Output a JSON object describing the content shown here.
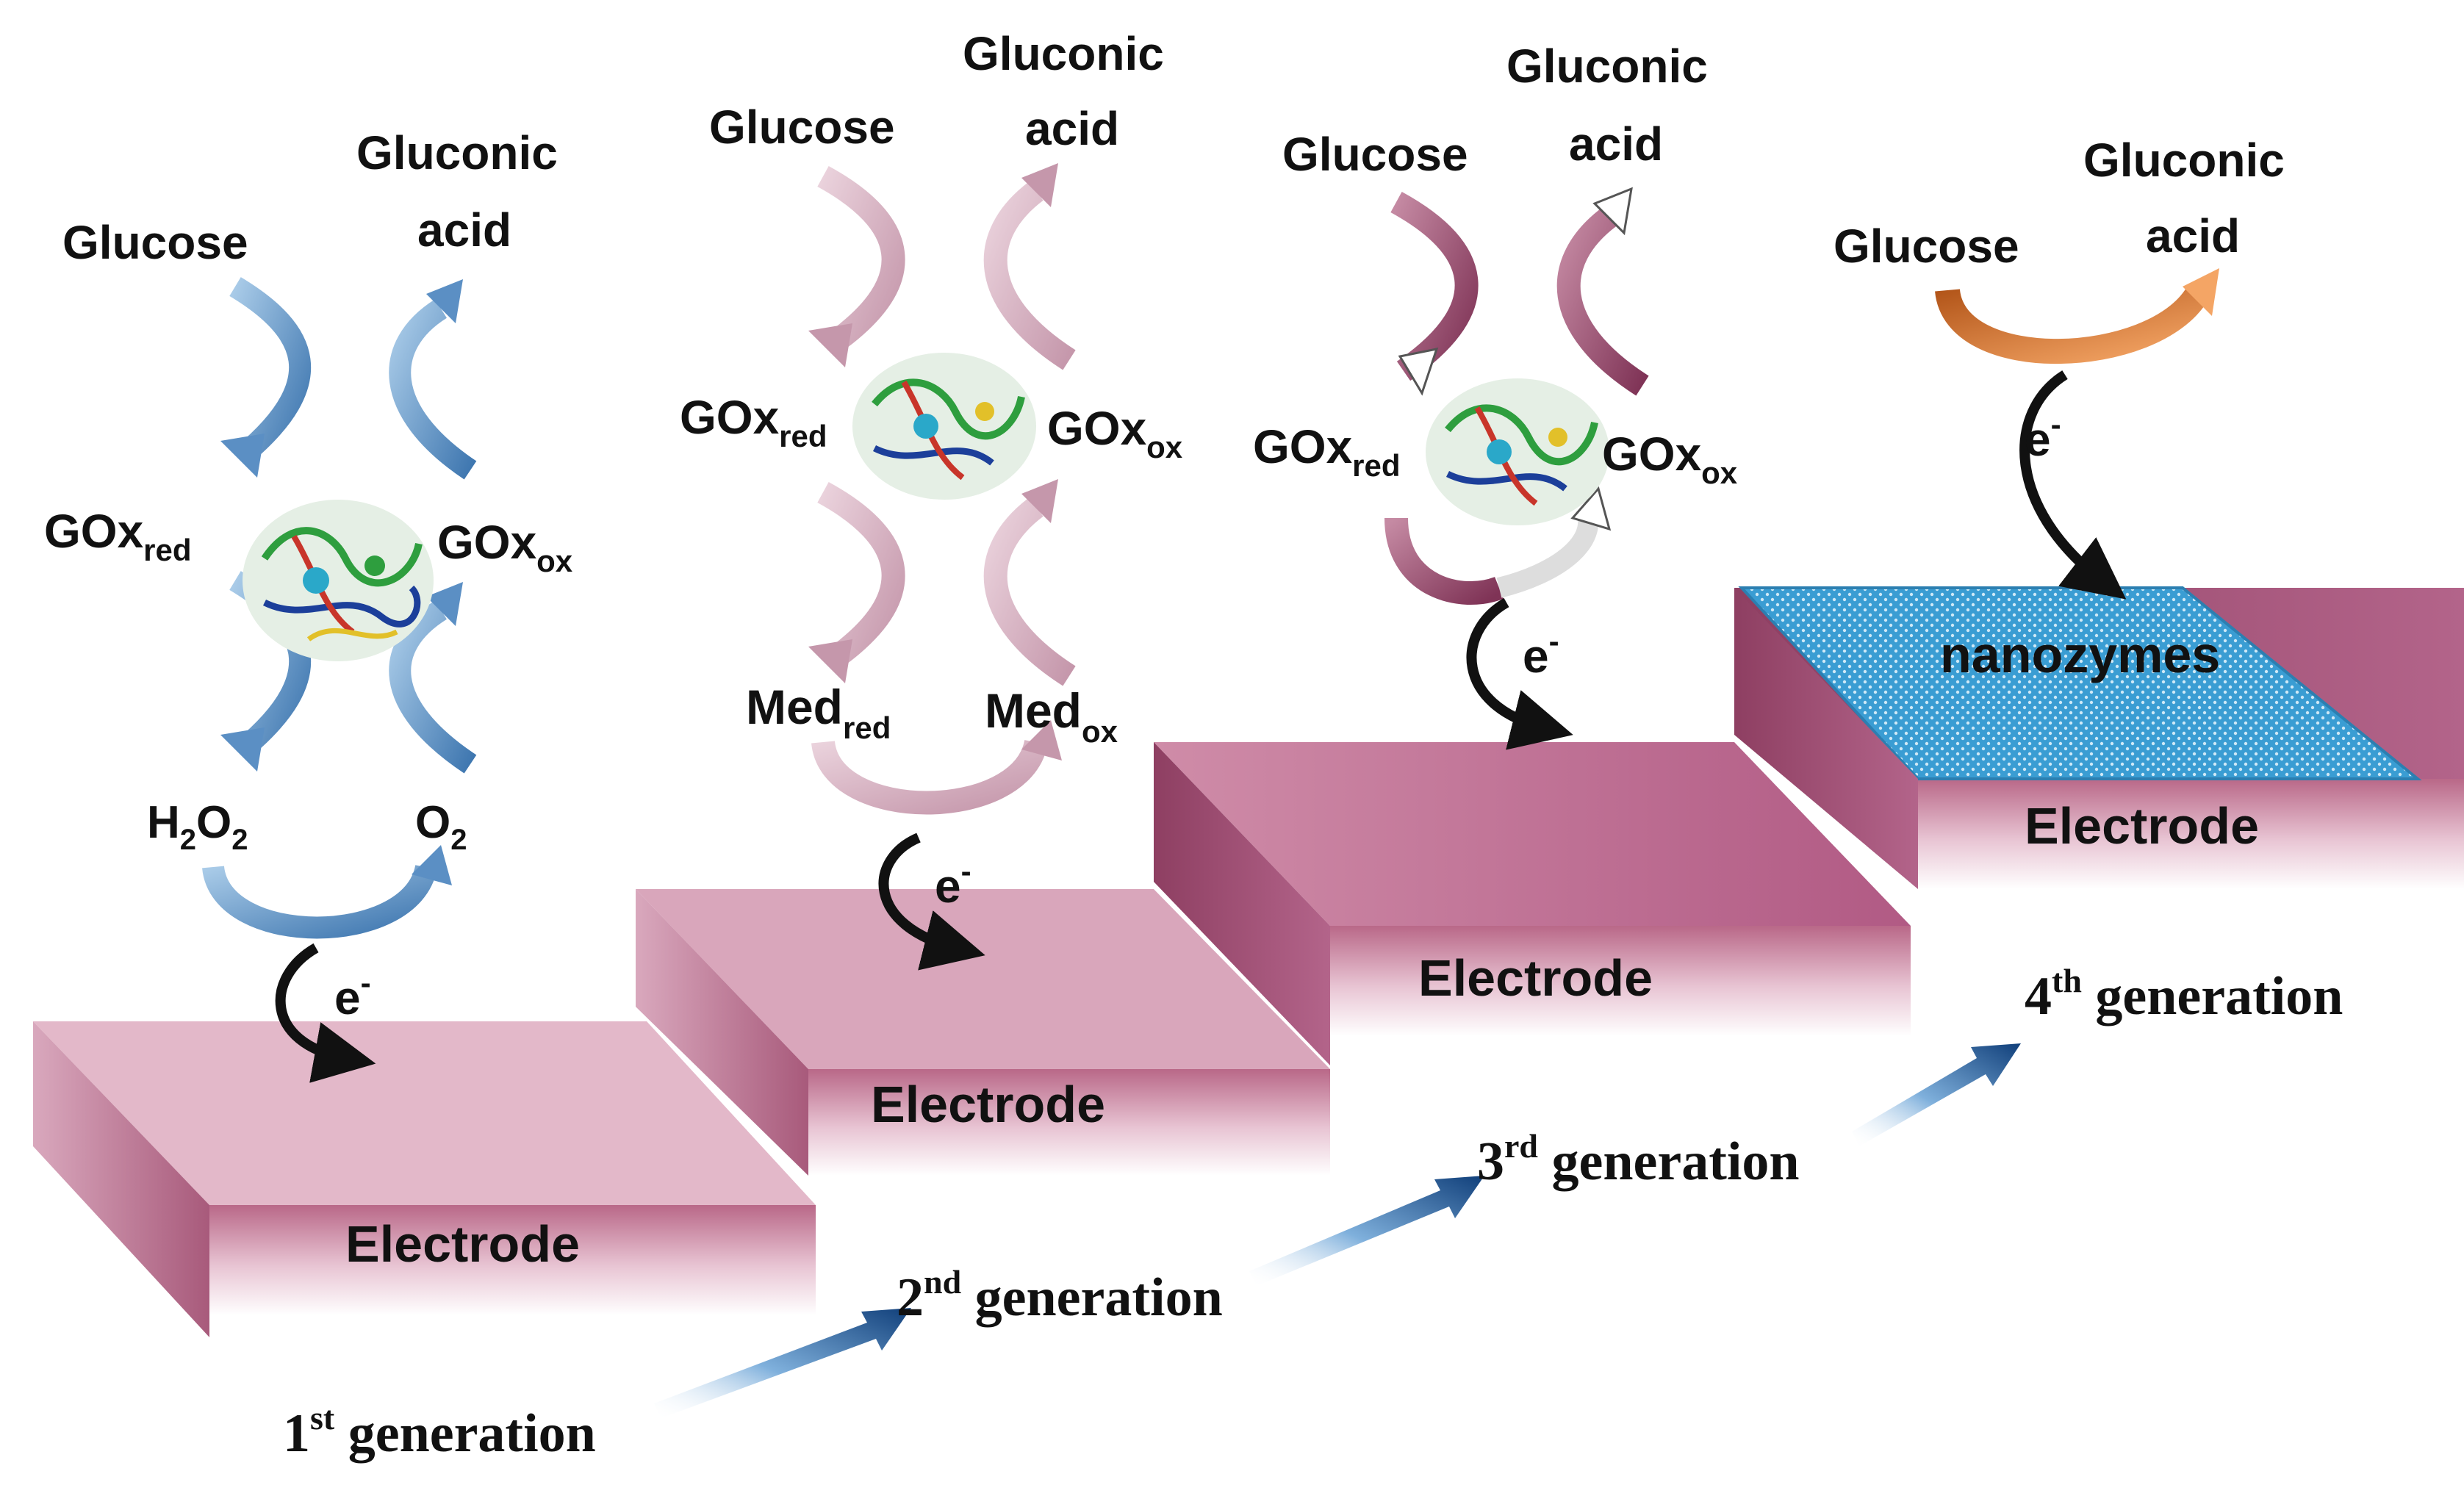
{
  "colors": {
    "blue_arrow": "#5b8fc4",
    "pink_arrow": "#d9b3c2",
    "mauve_arrow": "#9b4f6d",
    "orange_arrow": "#d9772e",
    "electrode_top_1": "#e2b3c6",
    "electrode_top_3": "#c77a9a",
    "electrode_front": "#c97e9a",
    "nanozyme_fill": "#3b9fd4",
    "generation_arrow": "#1f5c9e",
    "electron_arrow": "#111111"
  },
  "gen1": {
    "glucose": "Glucose",
    "gluconic_line1": "Gluconic",
    "gluconic_line2": "acid",
    "gox_red_main": "GOx",
    "gox_red_sub": "red",
    "gox_ox_main": "GOx",
    "gox_ox_sub": "ox",
    "h2o2_h": "H",
    "h2o2_sub1": "2",
    "h2o2_o": "O",
    "h2o2_sub2": "2",
    "o2_o": "O",
    "o2_sub": "2",
    "electron": "e",
    "electron_sup": "-",
    "electrode": "Electrode",
    "generation_num": "1",
    "generation_sup": "st",
    "generation_word": " generation"
  },
  "gen2": {
    "glucose": "Glucose",
    "gluconic_line1": "Gluconic",
    "gluconic_line2": "acid",
    "gox_red_main": "GOx",
    "gox_red_sub": "red",
    "gox_ox_main": "GOx",
    "gox_ox_sub": "ox",
    "med_red_main": "Med",
    "med_red_sub": "red",
    "med_ox_main": "Med",
    "med_ox_sub": "ox",
    "electron": "e",
    "electron_sup": "-",
    "electrode": "Electrode",
    "generation_num": "2",
    "generation_sup": "nd",
    "generation_word": " generation"
  },
  "gen3": {
    "glucose": "Glucose",
    "gluconic_line1": "Gluconic",
    "gluconic_line2": "acid",
    "gox_red_main": "GOx",
    "gox_red_sub": "red",
    "gox_ox_main": "GOx",
    "gox_ox_sub": "ox",
    "electron": "e",
    "electron_sup": "-",
    "electrode": "Electrode",
    "generation_num": "3",
    "generation_sup": "rd",
    "generation_word": " generation"
  },
  "gen4": {
    "glucose": "Glucose",
    "gluconic_line1": "Gluconic",
    "gluconic_line2": "acid",
    "electron": "e",
    "electron_sup": "-",
    "nanozymes": "nanozymes",
    "electrode": "Electrode",
    "generation_num": "4",
    "generation_sup": "th",
    "generation_word": " generation"
  }
}
